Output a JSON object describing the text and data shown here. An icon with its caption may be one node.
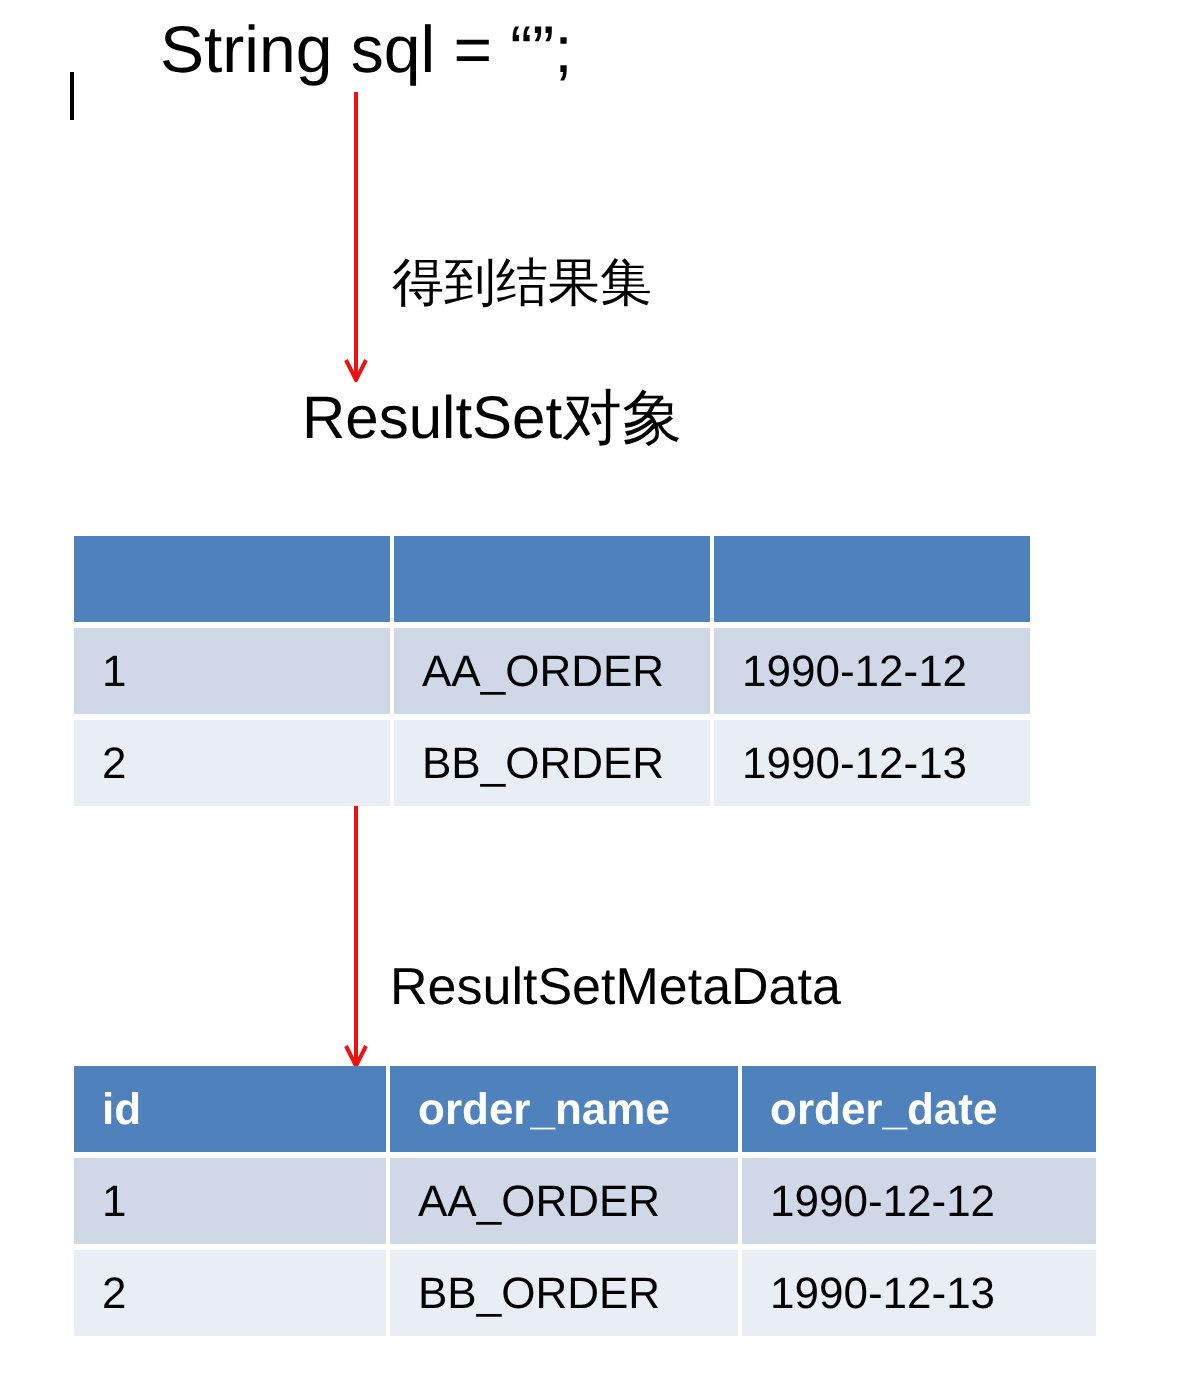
{
  "diagram": {
    "nodes": [
      {
        "text": [
          "String sql = “”;"
        ]
      },
      {
        "text": [
          "ResultSet对象",
          "1",
          "AA_ORDER",
          "1990-12-12",
          "2",
          "BB_ORDER",
          "1990-12-13"
        ]
      },
      {
        "text": [
          "id",
          "order_name",
          "order_date",
          "1",
          "AA_ORDER",
          "1990-12-12",
          "2",
          "BB_ORDER",
          "1990-12-13"
        ]
      }
    ],
    "edges": [
      {
        "from": 0,
        "to": 1,
        "arrow": "to",
        "label": "得到结果集"
      },
      {
        "from": 1,
        "to": 2,
        "arrow": "to",
        "label": "ResultSetMetaData"
      }
    ]
  }
}
